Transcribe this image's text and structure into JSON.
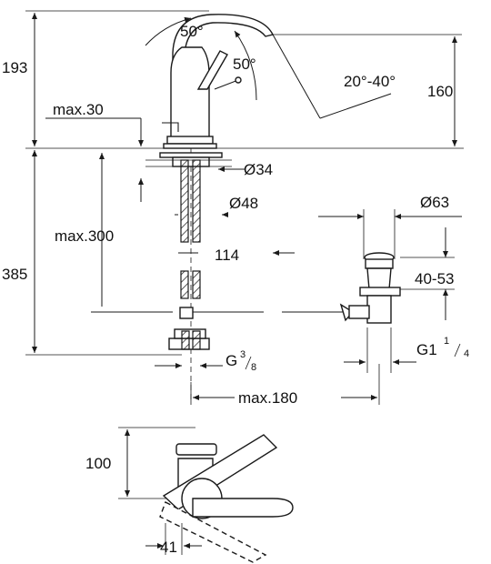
{
  "dimensions": {
    "spout_height": "193",
    "angle_top": "50°",
    "angle_lever": "50°",
    "swivel_range": "20°-40°",
    "outlet_height": "160",
    "max_deck": "max.30",
    "hole_34": "Ø34",
    "hole_48": "Ø48",
    "max_300": "max.300",
    "offset_114": "114",
    "waste_63": "Ø63",
    "total_385": "385",
    "waste_range": "40-53",
    "g38_main": "G",
    "g38_frac": "3/8",
    "g114_main": "G1",
    "g114_frac": "1/4",
    "max_180": "max.180",
    "plan_100": "100",
    "plan_41": "41"
  }
}
